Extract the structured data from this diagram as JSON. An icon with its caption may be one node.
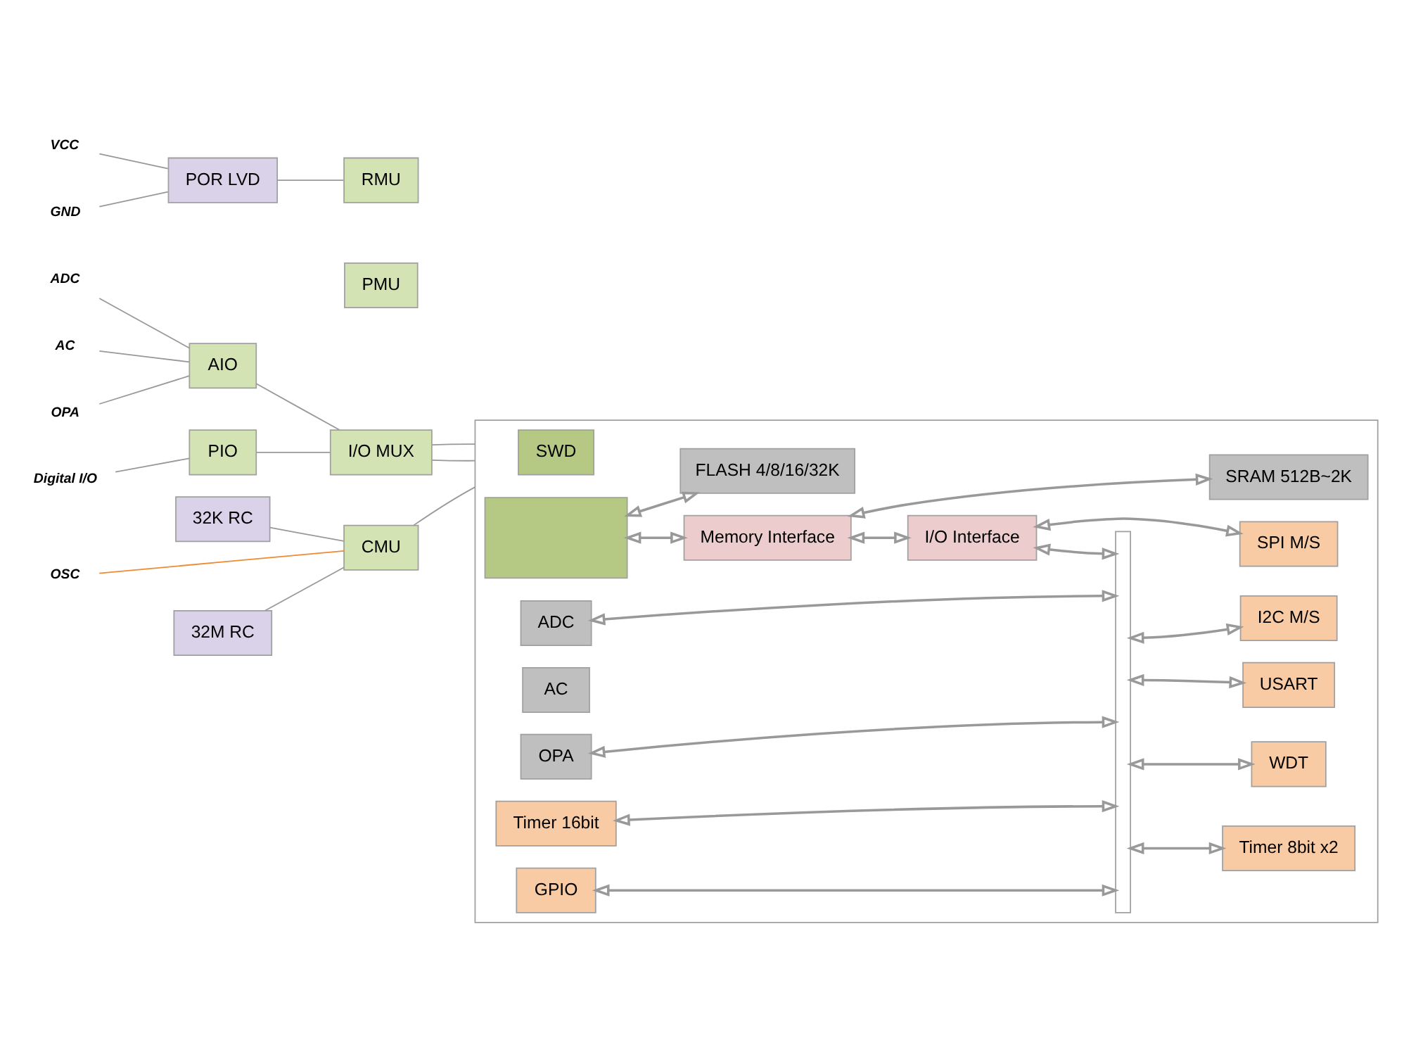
{
  "diagram": {
    "nodes": [
      {
        "text": [
          "32K RC"
        ]
      },
      {
        "text": [
          "OSC"
        ]
      },
      {
        "text": [
          "CMU"
        ]
      },
      {
        "text": [
          "32M RC"
        ]
      },
      {
        "text": [
          "PMU"
        ]
      },
      {
        "text": [
          "VCC"
        ]
      },
      {
        "text": [
          "POR LVD"
        ]
      },
      {
        "text": [
          "RMU"
        ]
      },
      {
        "text": [
          "GND"
        ]
      },
      {
        "text": [
          "ADC"
        ]
      },
      {
        "text": [
          "AC"
        ]
      },
      {
        "text": [
          "OPA"
        ]
      },
      {
        "text": [
          "AIO"
        ]
      },
      {
        "text": [
          "I/O MUX"
        ]
      },
      {
        "text": [
          "PIO"
        ]
      },
      {
        "text": [
          "Digital I/O"
        ]
      },
      {
        "text": [],
        "shape": "box"
      },
      {
        "text": [
          "SWD"
        ],
        "in": 16
      },
      {
        "text": [],
        "shape": "box",
        "in": 16
      },
      {
        "text": [
          "Memory Interface"
        ],
        "in": 16
      },
      {
        "text": [
          "SRAM 512B~2K"
        ],
        "in": 16
      },
      {
        "text": [
          "FLASH 4/8/16/32K"
        ],
        "in": 16
      },
      {
        "text": [
          "I/O Interface"
        ],
        "in": 16
      },
      {
        "text": [
          "SPI M/S"
        ],
        "in": 16
      },
      {
        "text": [],
        "shape": "bar",
        "in": 16
      },
      {
        "text": [
          "ADC"
        ],
        "in": 16
      },
      {
        "text": [
          "I2C M/S"
        ],
        "in": 16
      },
      {
        "text": [
          "AC"
        ],
        "in": 16
      },
      {
        "text": [
          "USART"
        ],
        "in": 16
      },
      {
        "text": [
          "OPA"
        ],
        "in": 16
      },
      {
        "text": [
          "WDT"
        ],
        "in": 16
      },
      {
        "text": [
          "Timer 16bit"
        ],
        "in": 16
      },
      {
        "text": [
          "Timer 8bit x2"
        ],
        "in": 16
      },
      {
        "text": [
          "GPIO"
        ],
        "in": 16
      }
    ],
    "edges": [
      {
        "from": 0,
        "to": 2,
        "arrow": "none"
      },
      {
        "from": 1,
        "to": 2,
        "arrow": "none",
        "color": "#f08a30"
      },
      {
        "from": 3,
        "to": 2,
        "arrow": "none"
      },
      {
        "from": 5,
        "to": 6,
        "arrow": "none"
      },
      {
        "from": 8,
        "to": 6,
        "arrow": "none"
      },
      {
        "from": 6,
        "to": 7,
        "arrow": "none"
      },
      {
        "from": 9,
        "to": 12,
        "arrow": "none"
      },
      {
        "from": 10,
        "to": 12,
        "arrow": "none"
      },
      {
        "from": 11,
        "to": 12,
        "arrow": "none"
      },
      {
        "from": 12,
        "to": 13,
        "arrow": "none"
      },
      {
        "from": 15,
        "to": 14,
        "arrow": "none"
      },
      {
        "from": 14,
        "to": 13,
        "arrow": "none"
      },
      {
        "from": 2,
        "to": 16,
        "arrow": "none"
      },
      {
        "from": 13,
        "to": 16,
        "arrow": "none"
      },
      {
        "from": 13,
        "to": 16,
        "arrow": "none"
      },
      {
        "from": 18,
        "to": 19,
        "arrow": "both"
      },
      {
        "from": 19,
        "to": 20,
        "arrow": "both"
      },
      {
        "from": 18,
        "to": 21,
        "arrow": "both"
      },
      {
        "from": 19,
        "to": 22,
        "arrow": "both"
      },
      {
        "from": 22,
        "to": 23,
        "arrow": "both"
      },
      {
        "from": 22,
        "to": 24,
        "arrow": "both"
      },
      {
        "from": 25,
        "to": 24,
        "arrow": "both"
      },
      {
        "from": 24,
        "to": 26,
        "arrow": "both"
      },
      {
        "from": 24,
        "to": 28,
        "arrow": "both"
      },
      {
        "from": 29,
        "to": 24,
        "arrow": "both"
      },
      {
        "from": 24,
        "to": 30,
        "arrow": "both"
      },
      {
        "from": 31,
        "to": 24,
        "arrow": "both"
      },
      {
        "from": 24,
        "to": 32,
        "arrow": "both"
      },
      {
        "from": 33,
        "to": 24,
        "arrow": "both"
      }
    ]
  }
}
